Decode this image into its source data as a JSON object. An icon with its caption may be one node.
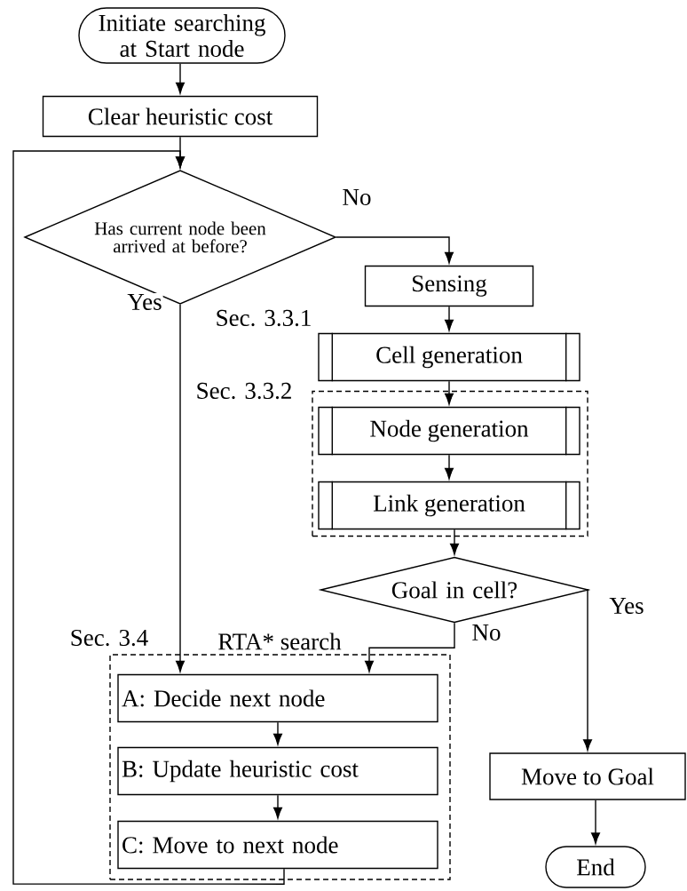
{
  "diagram": {
    "nodes": [
      {
        "text": [
          "Initiate searching at Start node"
        ]
      },
      {
        "text": [
          "Clear heuristic cost"
        ]
      },
      {
        "text": [
          "Has current node been arrived at before?"
        ]
      },
      {
        "text": [
          "Sensing"
        ]
      },
      {
        "text": [
          "Cell generation"
        ],
        "beside": [
          "Sec. 3.3.1"
        ]
      },
      {
        "text": [
          "Sec. 3.3.2"
        ]
      },
      {
        "text": [
          "Node generation"
        ],
        "in": 5
      },
      {
        "text": [
          "Link generation"
        ],
        "in": 5
      },
      {
        "text": [
          "Goal in cell?"
        ]
      },
      {
        "text": [
          "Sec. 3.4",
          "RTA* search"
        ]
      },
      {
        "text": [
          "A: Decide next node"
        ],
        "in": 9
      },
      {
        "text": [
          "B: Update heuristic cost"
        ],
        "in": 9
      },
      {
        "text": [
          "C: Move to next node"
        ],
        "in": 9
      },
      {
        "text": [
          "Move to Goal"
        ]
      },
      {
        "text": [
          "End"
        ]
      }
    ],
    "edges": [
      {
        "from": 0,
        "to": 1,
        "arrow": "to"
      },
      {
        "from": 1,
        "to": 2,
        "arrow": "to"
      },
      {
        "from": 2,
        "to": 3,
        "arrow": "to",
        "label": "No"
      },
      {
        "from": 3,
        "to": 4,
        "arrow": "to"
      },
      {
        "from": 4,
        "to": 6,
        "arrow": "to"
      },
      {
        "from": 6,
        "to": 7,
        "arrow": "to"
      },
      {
        "from": 7,
        "to": 8,
        "arrow": "to"
      },
      {
        "from": 8,
        "to": 10,
        "arrow": "to",
        "label": "No"
      },
      {
        "from": 8,
        "to": 13,
        "arrow": "to",
        "label": "Yes"
      },
      {
        "from": 2,
        "to": 10,
        "arrow": "to",
        "label": "Yes"
      },
      {
        "from": 10,
        "to": 11,
        "arrow": "to"
      },
      {
        "from": 11,
        "to": 12,
        "arrow": "to"
      },
      {
        "from": 12,
        "to": 2,
        "arrow": "to"
      },
      {
        "from": 13,
        "to": 14,
        "arrow": "to"
      }
    ]
  }
}
